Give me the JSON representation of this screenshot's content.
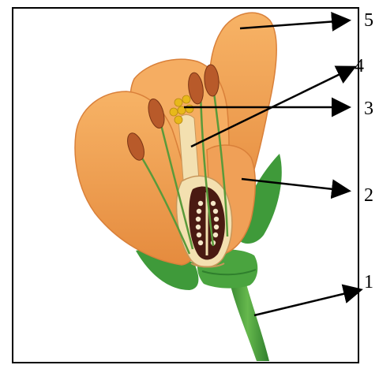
{
  "diagram": {
    "labels": [
      {
        "id": "1",
        "text": "1"
      },
      {
        "id": "2",
        "text": "2"
      },
      {
        "id": "3",
        "text": "3"
      },
      {
        "id": "4",
        "text": "4"
      },
      {
        "id": "5",
        "text": "5"
      }
    ]
  },
  "colors": {
    "petal": "#f2a45a",
    "petal_dark": "#d9803a",
    "stem": "#3f9a3a",
    "anther": "#b85a2a",
    "pollen": "#e8b81a",
    "ovary": "#4a1a12",
    "ovule": "#f5e7c8",
    "arrow": "#000000",
    "border": "#000000"
  }
}
